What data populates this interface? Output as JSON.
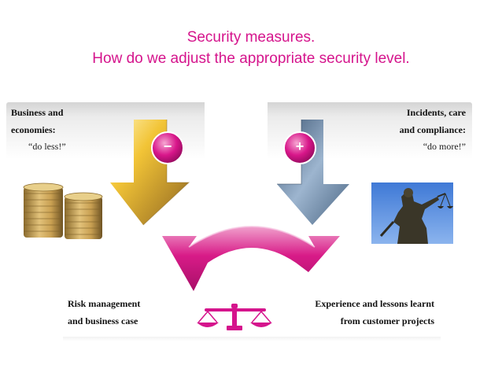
{
  "title": {
    "line1": "Security measures.",
    "line2": "How do we adjust the appropriate security level."
  },
  "left_panel": {
    "line1": "Business and",
    "line2": "economies:",
    "quote": "“do less!”"
  },
  "right_panel": {
    "line1": "Incidents, care",
    "line2": "and compliance:",
    "quote": "“do more!”"
  },
  "signs": {
    "minus": "−",
    "plus": "+"
  },
  "captions": {
    "left_line1": "Risk management",
    "left_line2": "and business case",
    "right_line1": "Experience and lessons learnt",
    "right_line2": "from customer projects"
  },
  "colors": {
    "accent": "#d5148c",
    "gold": "#c9a22a",
    "steel": "#5f7d9a"
  },
  "icons": [
    "coins-image",
    "justitia-statue-image",
    "balance-scale-icon"
  ]
}
